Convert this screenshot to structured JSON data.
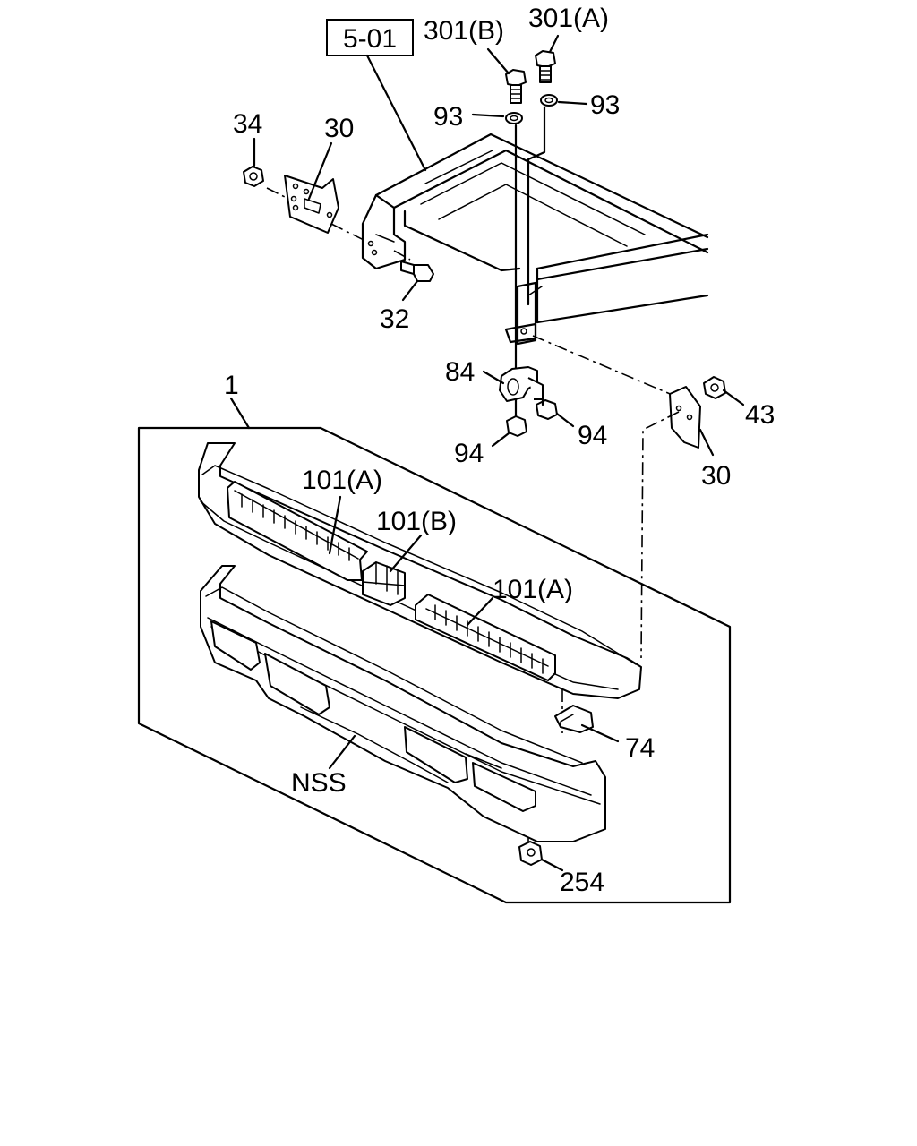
{
  "diagram": {
    "reference_box": "5-01",
    "callouts": [
      {
        "id": "c-301b",
        "text": "301(B)"
      },
      {
        "id": "c-301a",
        "text": "301(A)"
      },
      {
        "id": "c-93-left",
        "text": "93"
      },
      {
        "id": "c-93-right",
        "text": "93"
      },
      {
        "id": "c-34",
        "text": "34"
      },
      {
        "id": "c-30-top",
        "text": "30"
      },
      {
        "id": "c-32",
        "text": "32"
      },
      {
        "id": "c-84",
        "text": "84"
      },
      {
        "id": "c-43",
        "text": "43"
      },
      {
        "id": "c-94-left",
        "text": "94"
      },
      {
        "id": "c-94-right",
        "text": "94"
      },
      {
        "id": "c-30-right",
        "text": "30"
      },
      {
        "id": "c-1",
        "text": "1"
      },
      {
        "id": "c-101a-top",
        "text": "101(A)"
      },
      {
        "id": "c-101b",
        "text": "101(B)"
      },
      {
        "id": "c-101a-mid",
        "text": "101(A)"
      },
      {
        "id": "c-74",
        "text": "74"
      },
      {
        "id": "c-nss",
        "text": "NSS"
      },
      {
        "id": "c-254",
        "text": "254"
      }
    ]
  }
}
